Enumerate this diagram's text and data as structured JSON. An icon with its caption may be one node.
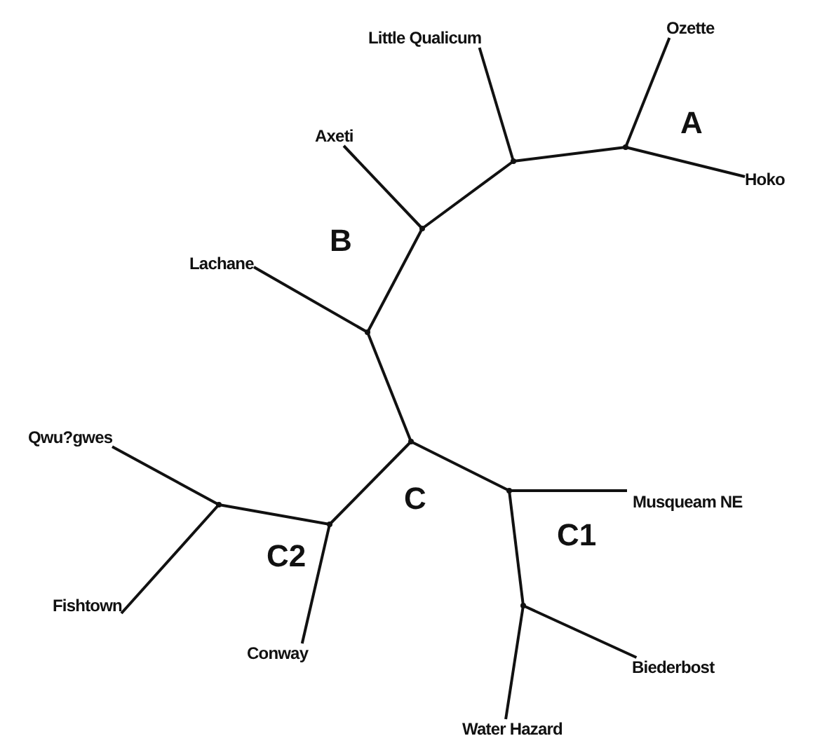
{
  "diagram": {
    "nodes": [
      {
        "text": [
          "Little Qualicum"
        ]
      },
      {
        "text": [
          "Ozette"
        ]
      },
      {
        "text": [
          "Axeti"
        ]
      },
      {
        "text": [
          "Hoko"
        ]
      },
      {
        "text": [
          "Lachane"
        ]
      },
      {
        "text": [
          "Qwu?gwes"
        ]
      },
      {
        "text": [
          "Musqueam NE"
        ]
      },
      {
        "text": [
          "Fishtown"
        ]
      },
      {
        "text": [
          "Conway"
        ]
      },
      {
        "text": [
          "Biederbost"
        ]
      },
      {
        "text": [
          "Water Hazard"
        ]
      },
      {
        "text": [],
        "shape": "point"
      },
      {
        "text": [],
        "shape": "point"
      },
      {
        "text": [],
        "shape": "point"
      },
      {
        "text": [],
        "shape": "point"
      },
      {
        "text": [],
        "shape": "point"
      },
      {
        "text": [],
        "shape": "point"
      },
      {
        "text": [],
        "shape": "point"
      },
      {
        "text": [],
        "shape": "point"
      },
      {
        "text": [],
        "shape": "point"
      }
    ],
    "edges": [
      {
        "from": 11,
        "to": 1,
        "arrow": "none"
      },
      {
        "from": 11,
        "to": 3,
        "arrow": "none"
      },
      {
        "from": 12,
        "to": 11,
        "arrow": "none"
      },
      {
        "from": 12,
        "to": 0,
        "arrow": "none"
      },
      {
        "from": 13,
        "to": 12,
        "arrow": "none"
      },
      {
        "from": 13,
        "to": 2,
        "arrow": "none"
      },
      {
        "from": 14,
        "to": 13,
        "arrow": "none"
      },
      {
        "from": 14,
        "to": 4,
        "arrow": "none"
      },
      {
        "from": 15,
        "to": 14,
        "arrow": "none"
      },
      {
        "from": 17,
        "to": 15,
        "arrow": "none"
      },
      {
        "from": 16,
        "to": 17,
        "arrow": "none"
      },
      {
        "from": 15,
        "to": 18,
        "arrow": "none"
      },
      {
        "from": 16,
        "to": 5,
        "arrow": "none"
      },
      {
        "from": 16,
        "to": 7,
        "arrow": "none"
      },
      {
        "from": 17,
        "to": 8,
        "arrow": "none"
      },
      {
        "from": 18,
        "to": 6,
        "arrow": "none"
      },
      {
        "from": 18,
        "to": 19,
        "arrow": "none"
      },
      {
        "from": 19,
        "to": 9,
        "arrow": "none"
      },
      {
        "from": 19,
        "to": 10,
        "arrow": "none"
      }
    ],
    "labels": [
      "A",
      "B",
      "C",
      "C1",
      "C2"
    ]
  }
}
